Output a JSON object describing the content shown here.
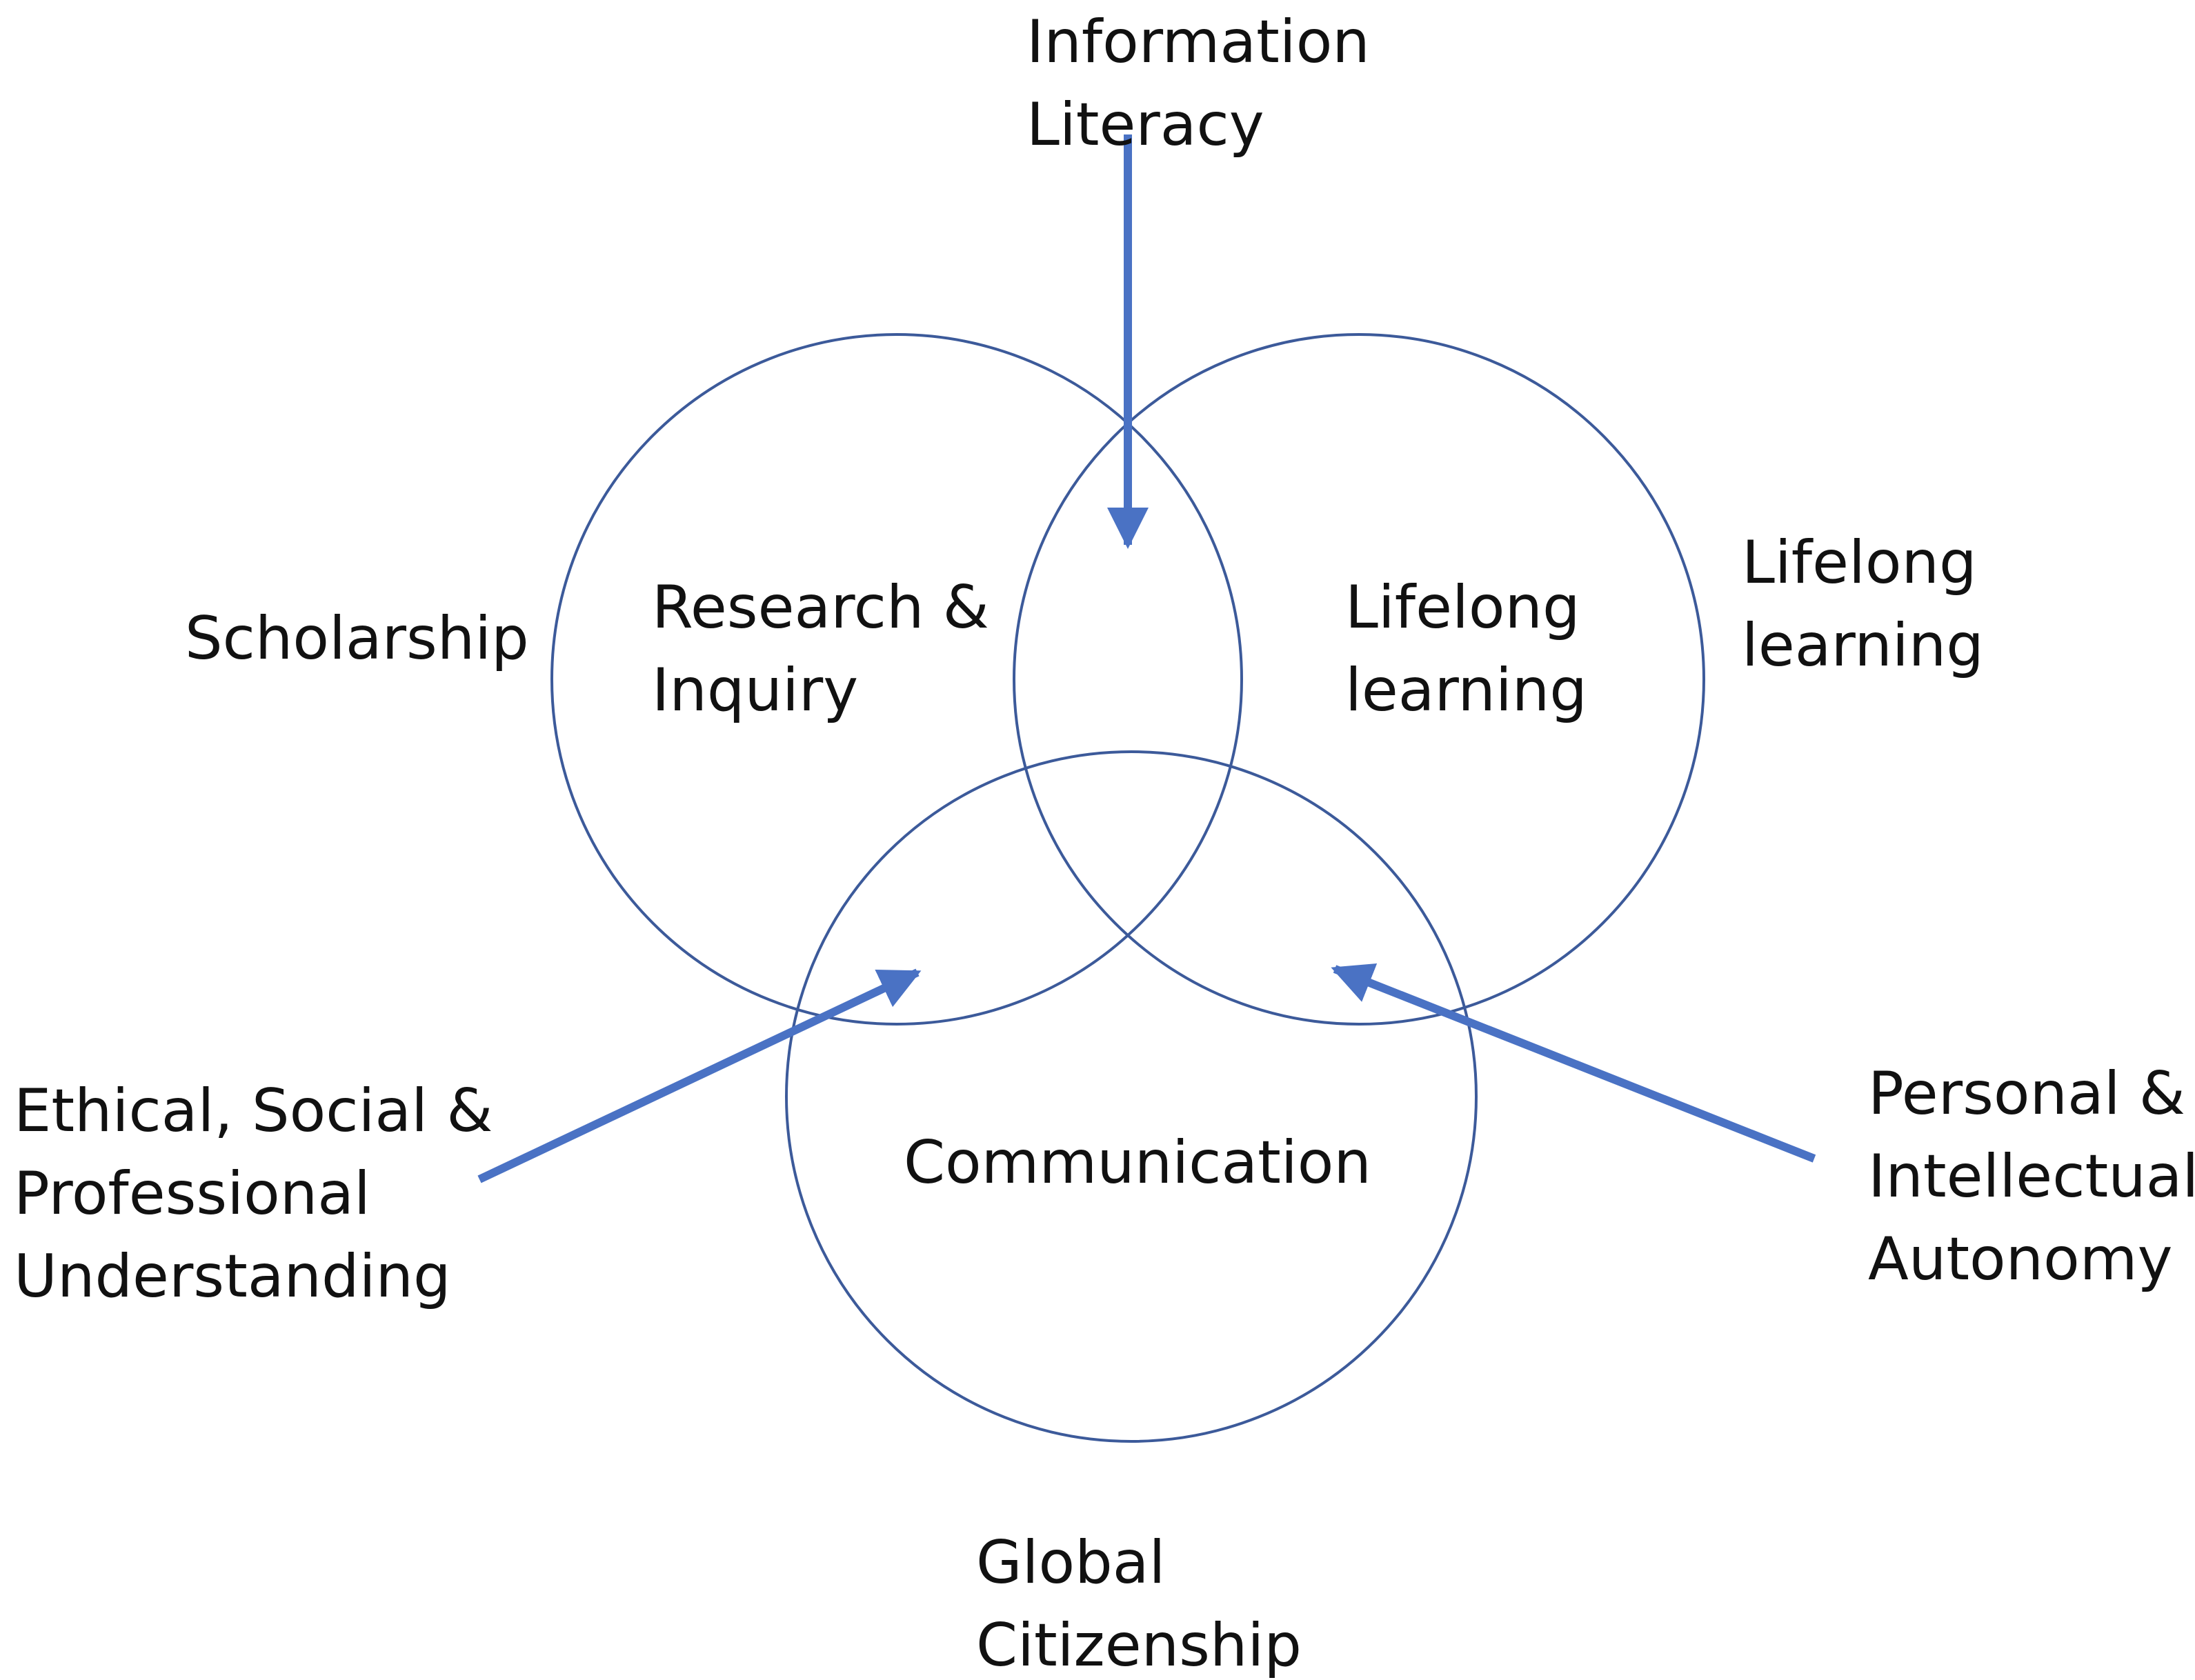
{
  "colors": {
    "circle_stroke": "#3c5a9a",
    "arrow": "#4a72c4",
    "text": "#111111",
    "background": "#ffffff"
  },
  "circles": {
    "research": {
      "lines": [
        "Research &",
        "Inquiry"
      ]
    },
    "lifelong": {
      "lines": [
        "Lifelong",
        "learning"
      ]
    },
    "communication": {
      "lines": [
        "Communication"
      ]
    }
  },
  "outer_labels": {
    "information_literacy": {
      "lines": [
        "Information",
        "Literacy"
      ]
    },
    "scholarship": {
      "lines": [
        "Scholarship"
      ]
    },
    "lifelong_learning": {
      "lines": [
        "Lifelong",
        "learning"
      ]
    },
    "ethical_social_professional": {
      "lines": [
        "Ethical, Social &",
        "Professional",
        "Understanding"
      ]
    },
    "personal_intellectual_autonomy": {
      "lines": [
        "Personal &",
        "Intellectual",
        "Autonomy"
      ]
    },
    "global_citizenship": {
      "lines": [
        "Global",
        "Citizenship"
      ]
    }
  }
}
